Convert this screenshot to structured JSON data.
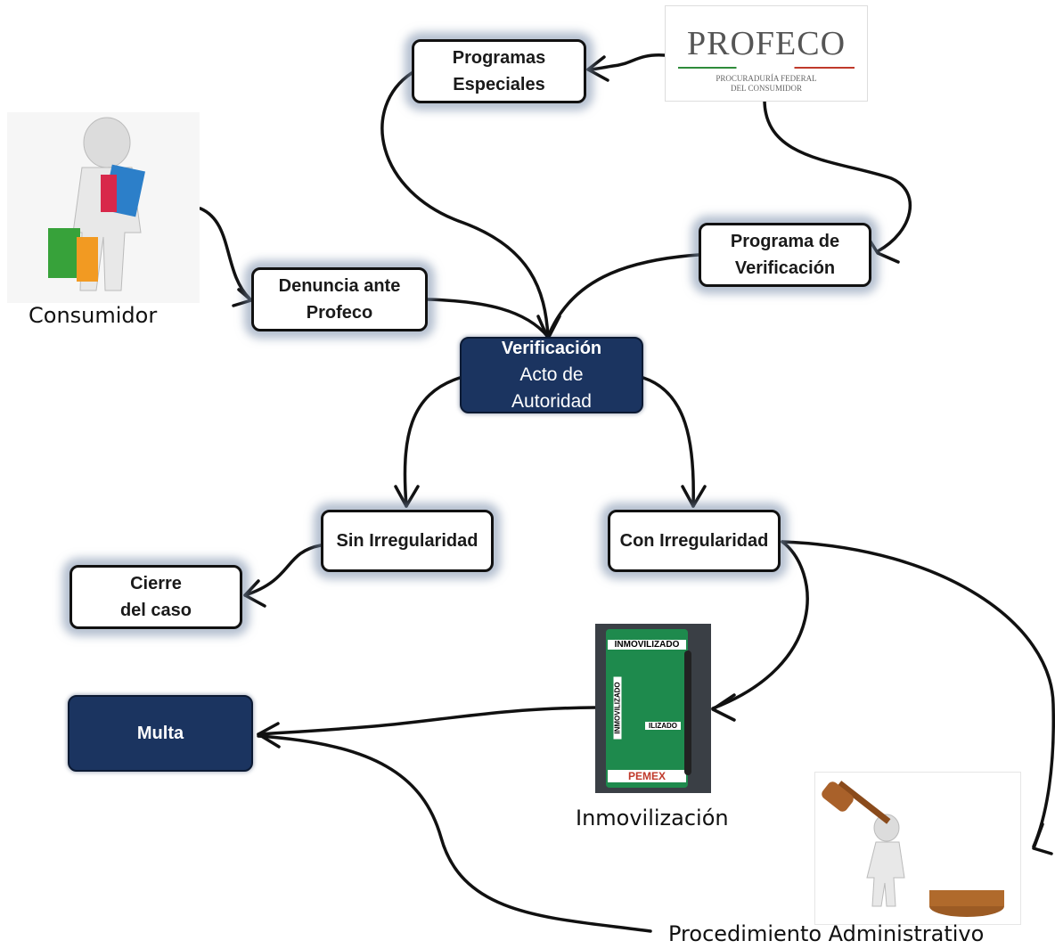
{
  "nodes": {
    "programas_especiales": [
      "Programas",
      "Especiales"
    ],
    "programa_verificacion": [
      "Programa de",
      "Verificación"
    ],
    "denuncia": [
      "Denuncia ante",
      "Profeco"
    ],
    "verificacion": {
      "title": "Verificación",
      "line2": "Acto de",
      "line3": "Autoridad"
    },
    "sin_irregularidad": "Sin Irregularidad",
    "con_irregularidad": "Con Irregularidad",
    "cierre": [
      "Cierre",
      "del caso"
    ],
    "multa": "Multa"
  },
  "captions": {
    "consumidor": "Consumidor",
    "inmovilizacion": "Inmovilización",
    "procedimiento": "Procedimiento Administrativo"
  },
  "logo": {
    "name": "PROFECO",
    "line1": "PROCURADURÍA FEDERAL",
    "line2": "DEL CONSUMIDOR"
  },
  "pump": {
    "label_top": "INMOVILIZADO",
    "label_side": "INMOVILIZADO",
    "label_mid": "ILIZADO",
    "brand": "PEMEX"
  },
  "colors": {
    "dark_node": "#1b3460",
    "glow": "#788caa",
    "flag_green": "#2e8b3a",
    "flag_red": "#c0392b"
  }
}
